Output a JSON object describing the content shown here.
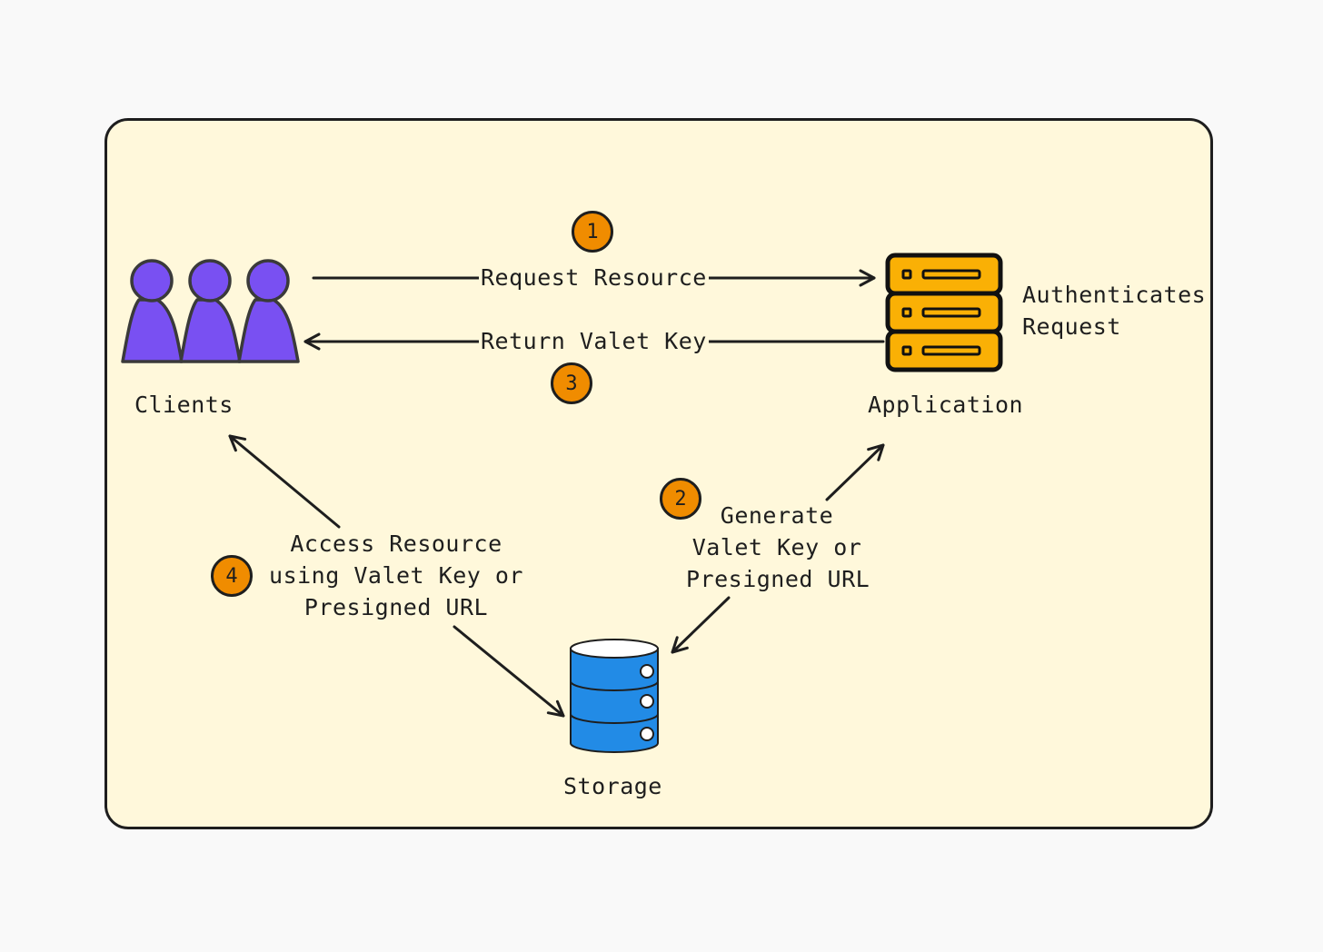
{
  "nodes": {
    "clients": {
      "label": "Clients",
      "icon": "users-icon",
      "color": "#7950f2"
    },
    "application": {
      "label": "Application",
      "icon": "server-icon",
      "color": "#fab005",
      "note": "Authenticates\nRequest"
    },
    "storage": {
      "label": "Storage",
      "icon": "database-icon",
      "color": "#228be6"
    }
  },
  "edges": {
    "request_resource": {
      "label": "Request Resource",
      "step": "1"
    },
    "generate_key": {
      "label": "Generate\nValet Key or\nPresigned URL",
      "step": "2"
    },
    "return_key": {
      "label": "Return Valet Key",
      "step": "3"
    },
    "access_resource": {
      "label": "Access Resource\nusing Valet Key or\nPresigned URL",
      "step": "4"
    }
  },
  "colors": {
    "background": "#fff8db",
    "stroke": "#1e1e1e",
    "badge": "#f08c00"
  }
}
